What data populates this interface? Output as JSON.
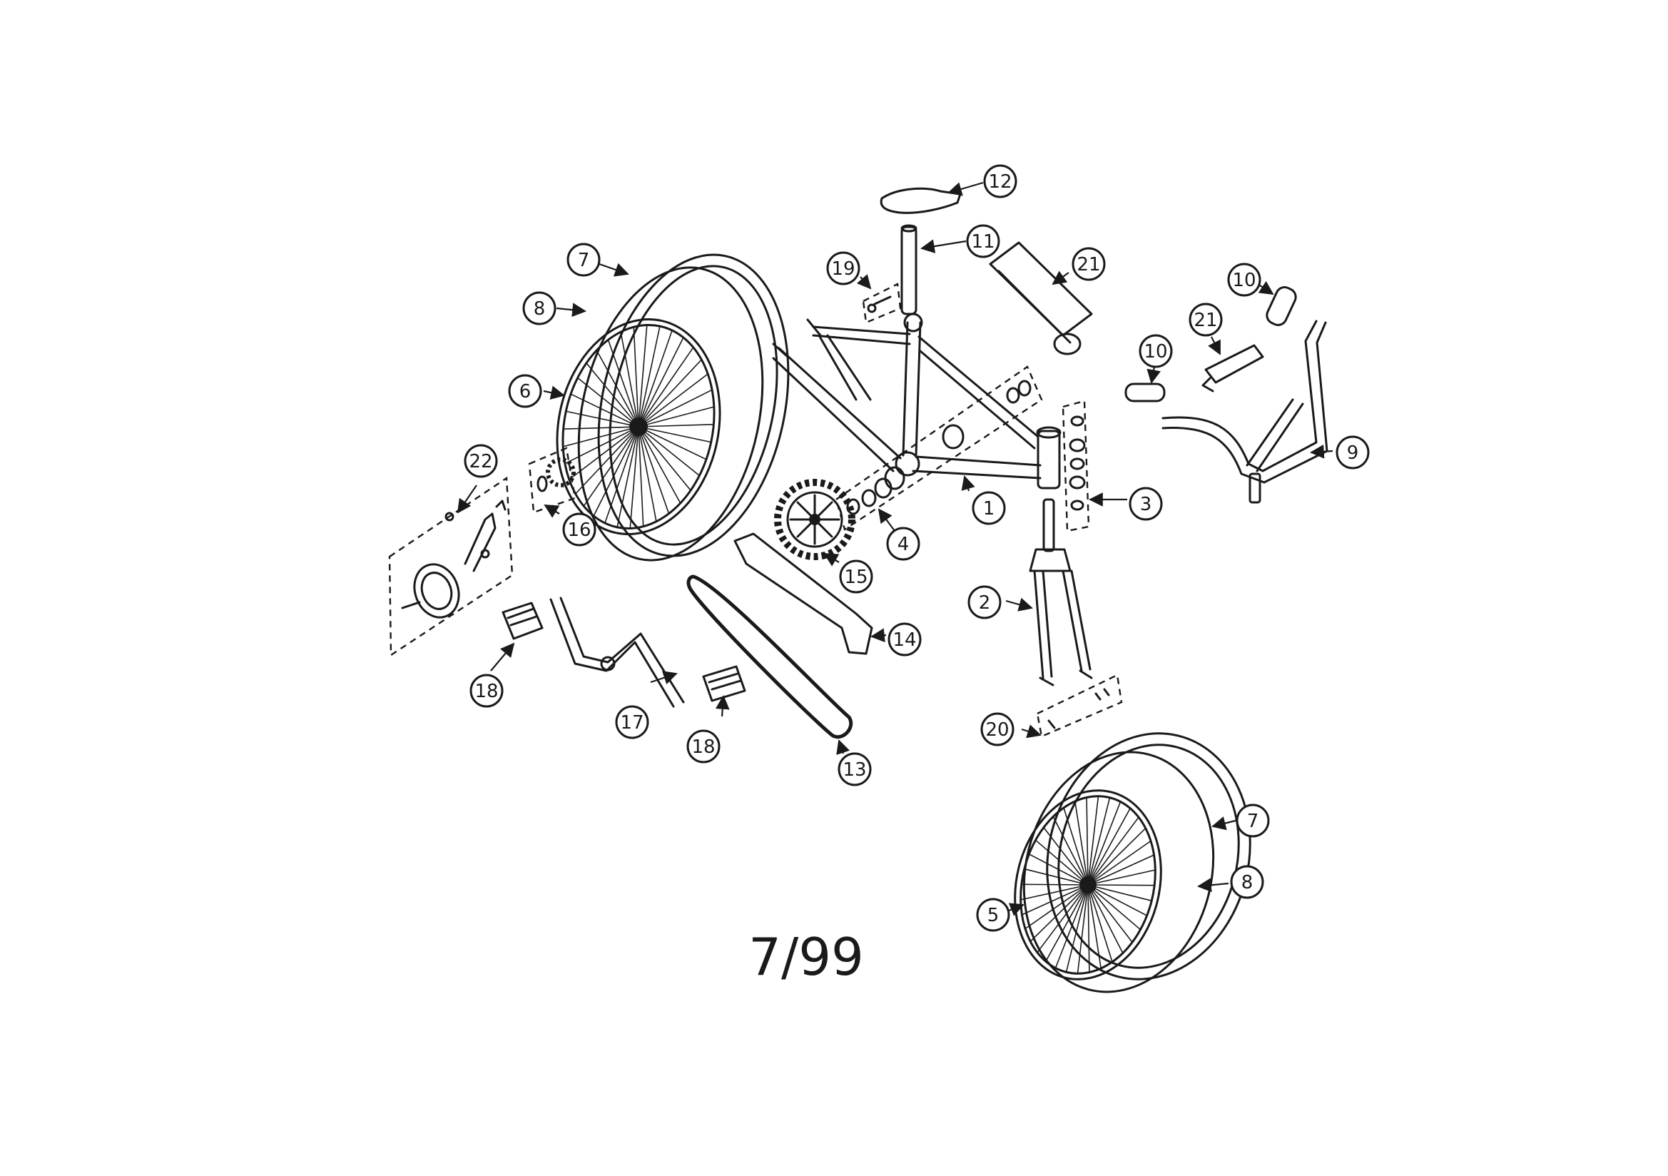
{
  "date_code": "7/99",
  "callout_labels": [
    "1",
    "2",
    "3",
    "4",
    "5",
    "6",
    "7",
    "7",
    "8",
    "8",
    "9",
    "10",
    "10",
    "11",
    "12",
    "13",
    "14",
    "15",
    "16",
    "17",
    "18",
    "18",
    "19",
    "20",
    "21",
    "21",
    "22"
  ],
  "colors": {
    "ink": "#1a1a1a",
    "paper": "#ffffff"
  }
}
